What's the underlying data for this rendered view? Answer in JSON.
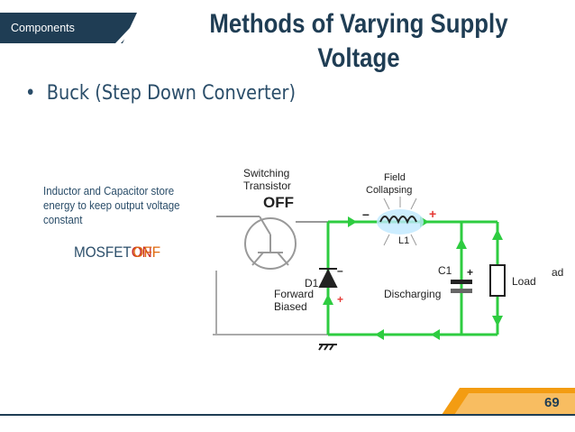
{
  "section_tab": "Components",
  "title": "Methods of Varying Supply Voltage",
  "bullet": "Buck (Step Down Converter)",
  "note": "Inductor and Capacitor store energy to keep output voltage constant",
  "mosfet": {
    "label": "MOSFET",
    "state_on": "ON",
    "state_off": "OFF"
  },
  "circuit": {
    "switch_label_1": "Switching",
    "switch_label_2": "Transistor",
    "switch_state": "OFF",
    "field_label_1": "Field",
    "field_label_2": "Collapsing",
    "inductor": "L1",
    "diode": "D1",
    "diode_label_1": "Forward",
    "diode_label_2": "Biased",
    "capacitor": "C1",
    "capacitor_label": "Discharging",
    "load": "Load",
    "cut_text": "ad",
    "plus": "+",
    "minus": "–"
  },
  "page_number": "69",
  "colors": {
    "navy": "#1f3d54",
    "orange": "#f39c12",
    "wire_green": "#2ecc40",
    "red": "#c62828"
  }
}
